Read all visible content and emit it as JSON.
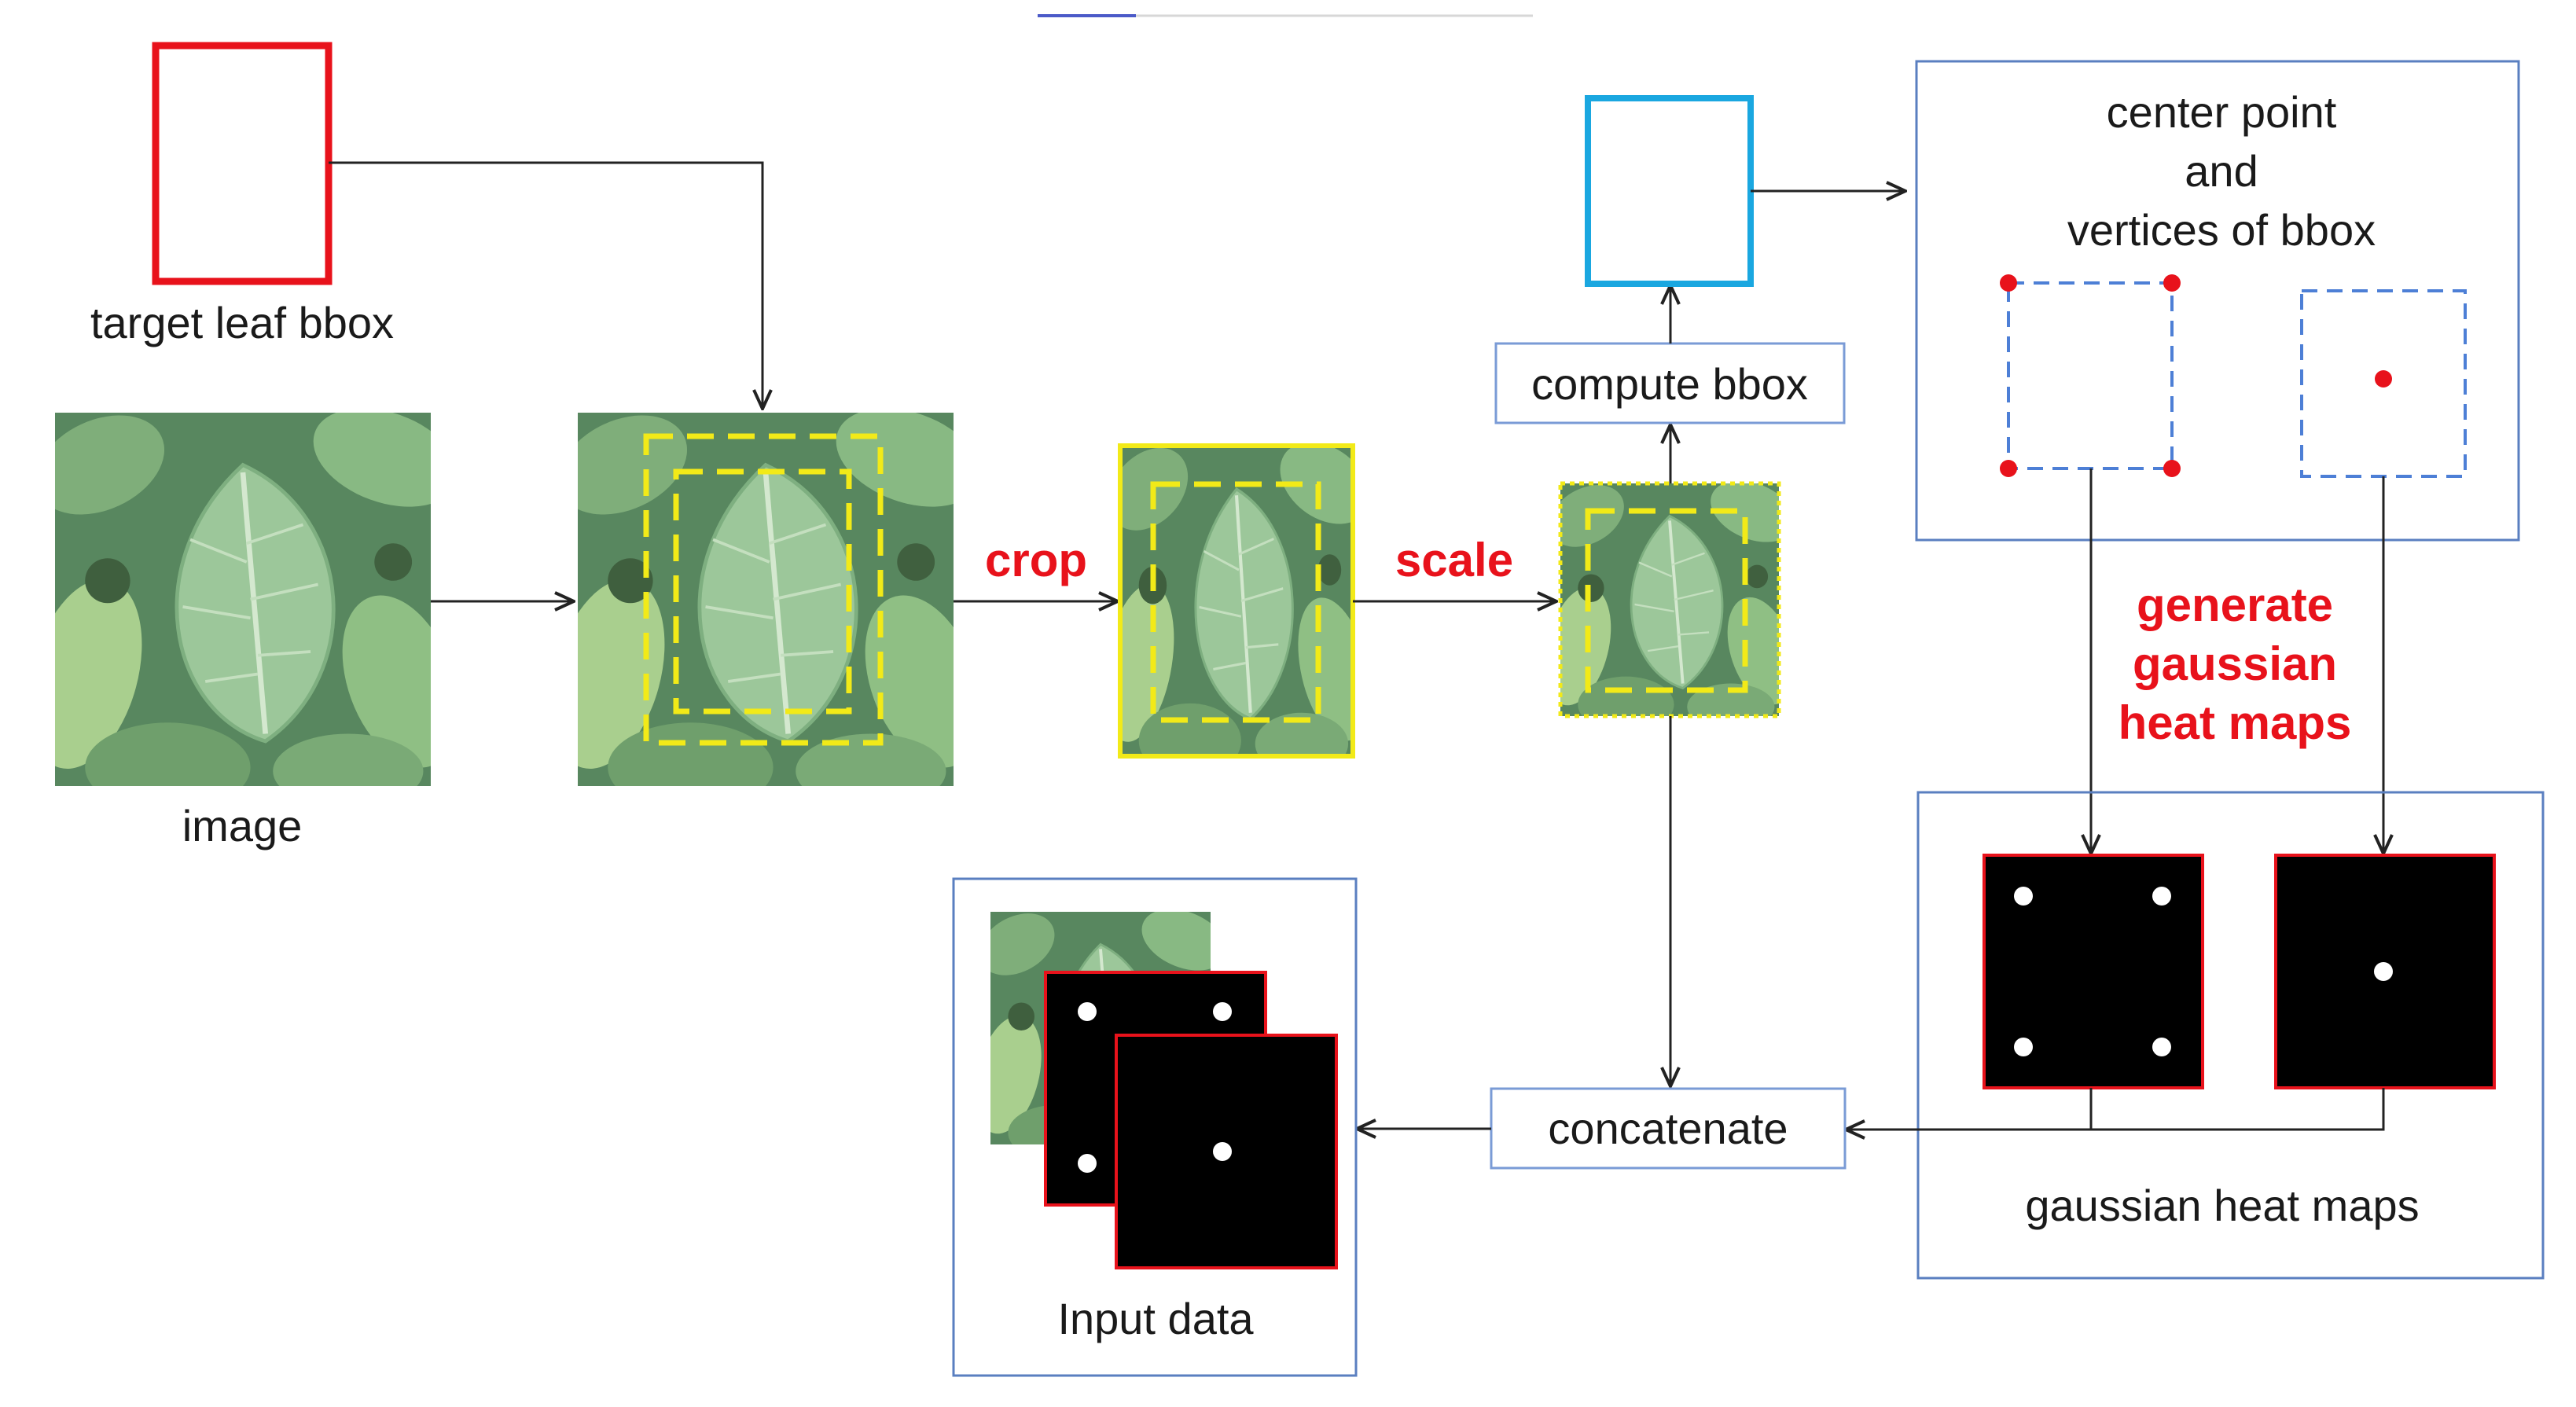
{
  "labels": {
    "target_bbox": "target leaf bbox",
    "image": "image",
    "crop": "crop",
    "scale": "scale",
    "compute_bbox": "compute bbox",
    "center_line1": "center point",
    "center_line2": "and",
    "center_line3": "vertices of bbox",
    "generate_line1": "generate",
    "generate_line2": "gaussian",
    "generate_line3": "heat maps",
    "heat_maps": "gaussian heat maps",
    "concatenate": "concatenate",
    "input_data": "Input data"
  },
  "colors": {
    "target_box": "#e8121b",
    "computed_box": "#1aa7e0",
    "crop_box": "#f2ea18",
    "panel_border": "#5a7fc0",
    "dashed_bbox": "#4d7fd6",
    "point": "#e8121b",
    "emphasis_text": "#e8121b",
    "heatmap_bg": "#000000",
    "heatmap_point": "#ffffff",
    "arrow": "#222222"
  },
  "icons": {
    "leaf_photo": "soybean-leaf-photo"
  }
}
